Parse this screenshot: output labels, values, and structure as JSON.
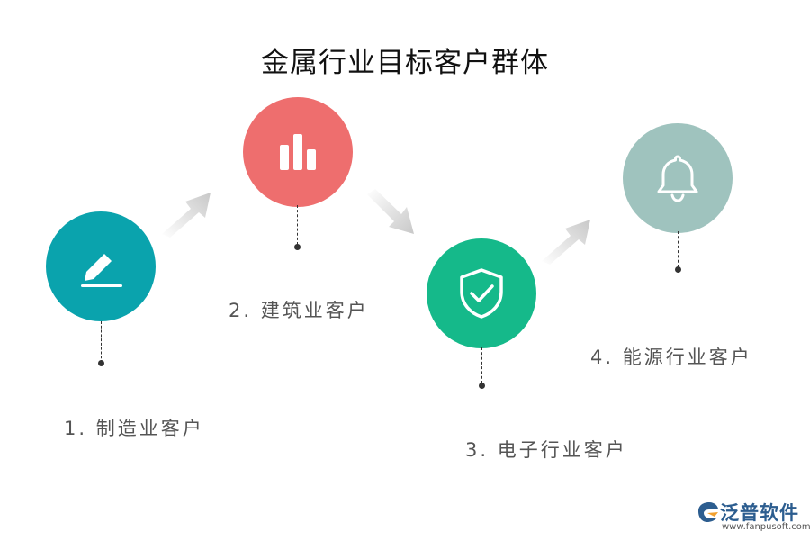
{
  "title": "金属行业目标客户群体",
  "steps": [
    {
      "label": "1. 制造业客户",
      "icon": "pencil-icon",
      "color": "#0aa3ad"
    },
    {
      "label": "2. 建筑业客户",
      "icon": "bar-chart-icon",
      "color": "#ee6e6e"
    },
    {
      "label": "3. 电子行业客户",
      "icon": "shield-check-icon",
      "color": "#15b98a"
    },
    {
      "label": "4. 能源行业客户",
      "icon": "bell-icon",
      "color": "#9fc3be"
    }
  ],
  "brand": {
    "name": "泛普软件",
    "url": "www.fanpusoft.com",
    "color": "#2c5d8f"
  }
}
